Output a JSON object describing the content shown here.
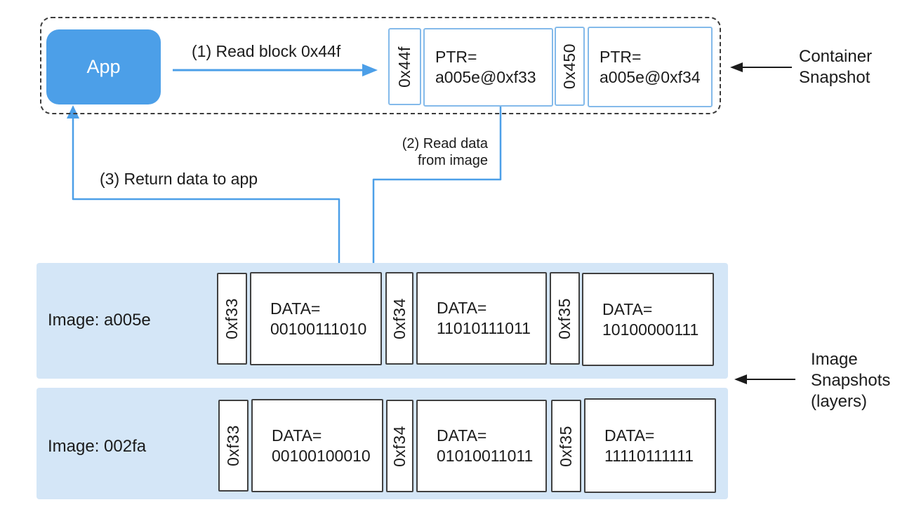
{
  "app": {
    "label": "App"
  },
  "flow_labels": {
    "step1": "(1) Read block 0x44f",
    "step2": "(2) Read data\nfrom image",
    "step3": "(3) Return data to app"
  },
  "container_snapshot": {
    "callout": "Container\nSnapshot",
    "blocks": [
      {
        "addr": "0x44f",
        "ptr": "PTR=\na005e@0xf33"
      },
      {
        "addr": "0x450",
        "ptr": "PTR=\na005e@0xf34"
      }
    ]
  },
  "image_snapshots": {
    "callout": "Image\nSnapshots\n(layers)",
    "rows": [
      {
        "name": "Image: a005e",
        "blocks": [
          {
            "addr": "0xf33",
            "data": "DATA=\n00100111010"
          },
          {
            "addr": "0xf34",
            "data": "DATA=\n11010111011"
          },
          {
            "addr": "0xf35",
            "data": "DATA=\n10100000111"
          }
        ]
      },
      {
        "name": "Image: 002fa",
        "blocks": [
          {
            "addr": "0xf33",
            "data": "DATA=\n00100100010"
          },
          {
            "addr": "0xf34",
            "data": "DATA=\n01010011011"
          },
          {
            "addr": "0xf35",
            "data": "DATA=\n11110111111"
          }
        ]
      }
    ]
  },
  "colors": {
    "accent_blue": "#4c9fe8",
    "row_background": "#d4e6f7",
    "light_border": "#84baea",
    "dark_border": "#404040",
    "text": "#1b1b1b"
  }
}
